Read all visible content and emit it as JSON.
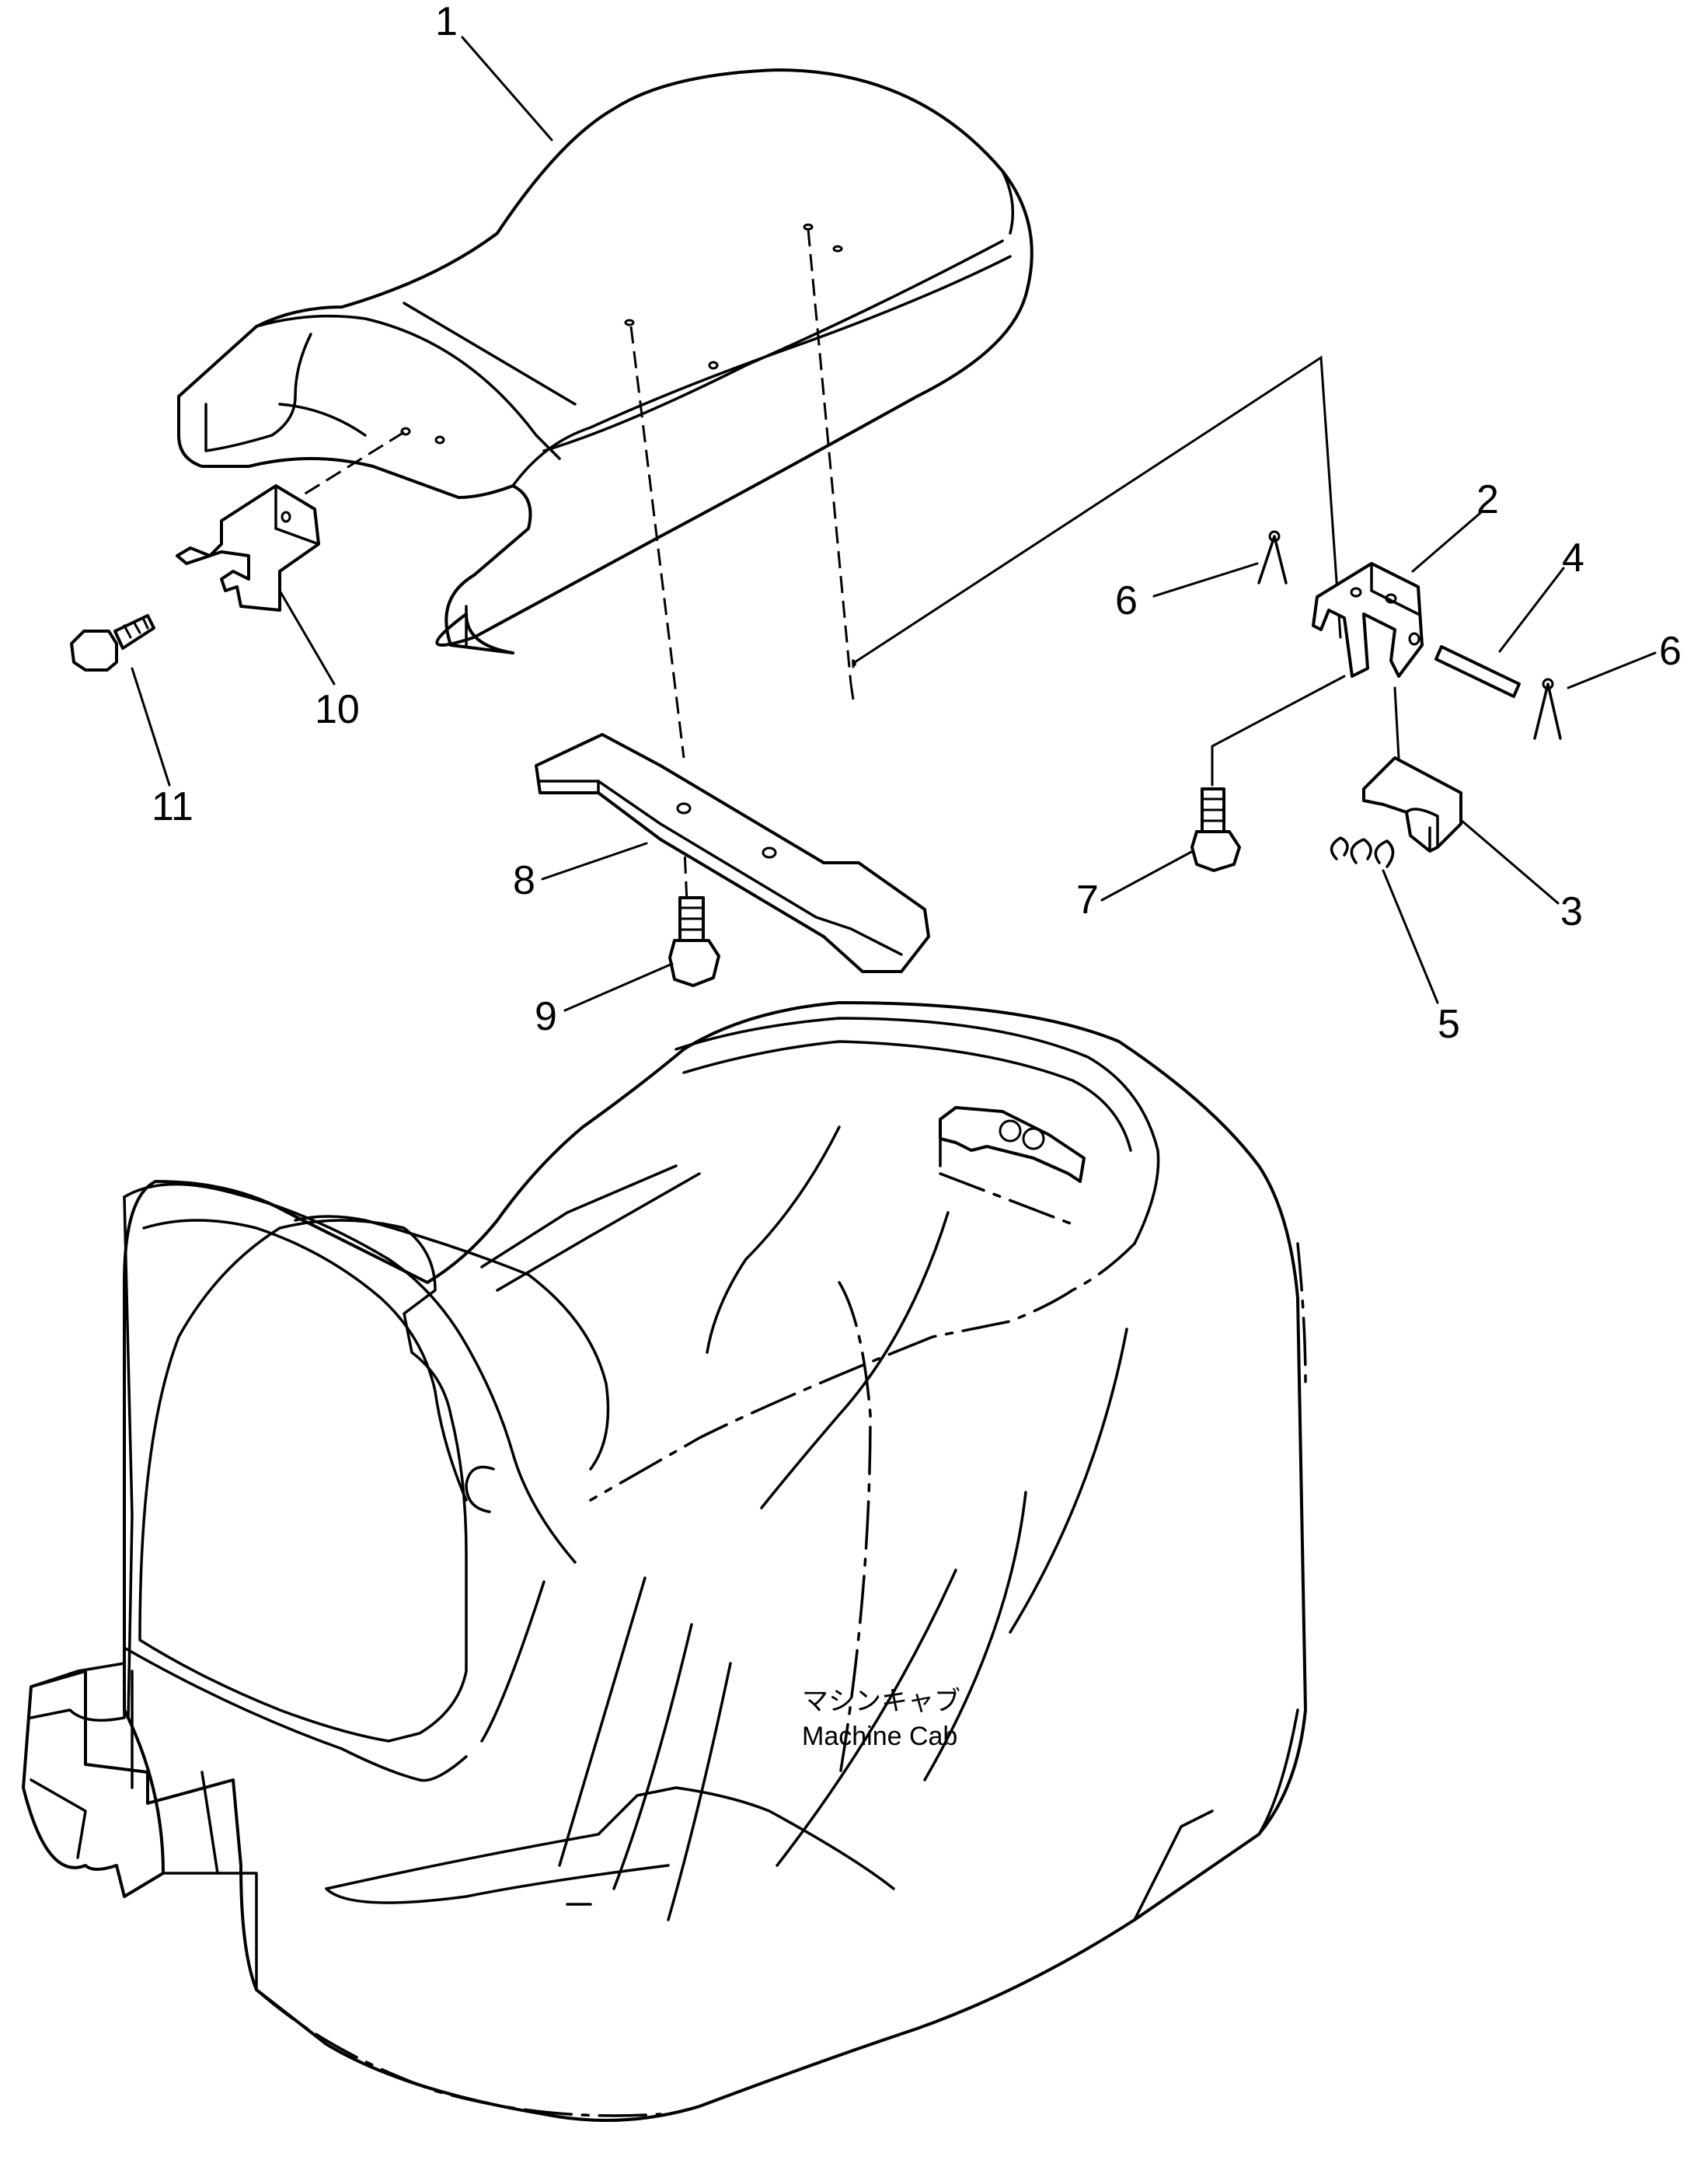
{
  "callouts": [
    {
      "id": "1",
      "label": "1"
    },
    {
      "id": "2",
      "label": "2"
    },
    {
      "id": "3",
      "label": "3"
    },
    {
      "id": "4",
      "label": "4"
    },
    {
      "id": "5",
      "label": "5"
    },
    {
      "id": "6a",
      "label": "6"
    },
    {
      "id": "6b",
      "label": "6"
    },
    {
      "id": "7",
      "label": "7"
    },
    {
      "id": "8",
      "label": "8"
    },
    {
      "id": "9",
      "label": "9"
    },
    {
      "id": "10",
      "label": "10"
    },
    {
      "id": "11",
      "label": "11"
    }
  ],
  "cab_label": {
    "japanese": "マシンキャブ",
    "english": "Machine Cab"
  }
}
